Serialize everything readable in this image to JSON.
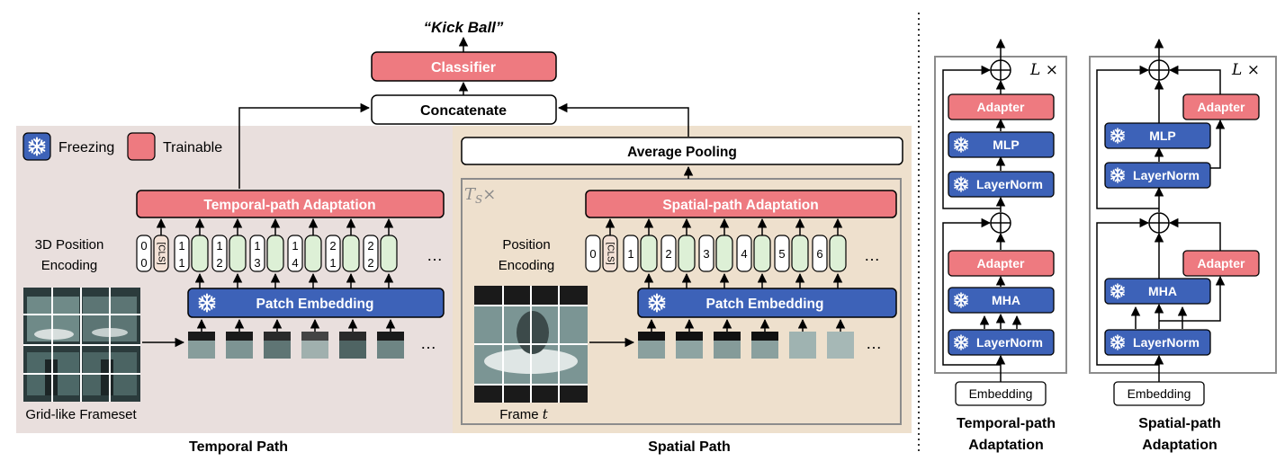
{
  "top": {
    "output_label": "“Kick Ball”",
    "classifier": "Classifier",
    "concatenate": "Concatenate"
  },
  "legend": {
    "freezing": "Freezing",
    "trainable": "Trainable"
  },
  "temporal": {
    "adaptation": "Temporal-path Adaptation",
    "pos_enc_line1": "3D Position",
    "pos_enc_line2": "Encoding",
    "cls": "[CLS]",
    "tokens_top": [
      "0",
      "1",
      "1",
      "1",
      "1",
      "2",
      "2"
    ],
    "tokens_bottom": [
      "0",
      "1",
      "2",
      "3",
      "4",
      "1",
      "2"
    ],
    "ellipsis": "…",
    "patch_embedding": "Patch Embedding",
    "frameset_label": "Grid-like Frameset",
    "path_label": "Temporal Path"
  },
  "spatial": {
    "average_pooling": "Average Pooling",
    "repeat_label": "T",
    "repeat_sub": "S",
    "repeat_times": "×",
    "adaptation": "Spatial-path Adaptation",
    "pos_enc_line1": "Position",
    "pos_enc_line2": "Encoding",
    "cls": "[CLS]",
    "tokens": [
      "0",
      "1",
      "2",
      "3",
      "4",
      "5",
      "6"
    ],
    "ellipsis": "…",
    "patch_embedding": "Patch Embedding",
    "frame_label": "Frame ",
    "frame_var": "t",
    "path_label": "Spatial Path"
  },
  "right_temporal": {
    "repeat": "L ×",
    "adapter_top": "Adapter",
    "mlp": "MLP",
    "layernorm_top": "LayerNorm",
    "adapter_bottom": "Adapter",
    "mha": "MHA",
    "layernorm_bottom": "LayerNorm",
    "embedding": "Embedding",
    "title_line1": "Temporal-path",
    "title_line2": "Adaptation"
  },
  "right_spatial": {
    "repeat": "L ×",
    "adapter_top": "Adapter",
    "mlp": "MLP",
    "layernorm_top": "LayerNorm",
    "adapter_bottom": "Adapter",
    "mha": "MHA",
    "layernorm_bottom": "LayerNorm",
    "embedding": "Embedding",
    "title_line1": "Spatial-path",
    "title_line2": "Adaptation"
  },
  "colors": {
    "trainable": "#EE7A80",
    "frozen": "#3D62B8",
    "token": "#DDF0D6",
    "cls_token": "#F3E1D6",
    "panel_bg": "#E9DFDD",
    "spatial_bg": "#EEE0CD"
  }
}
